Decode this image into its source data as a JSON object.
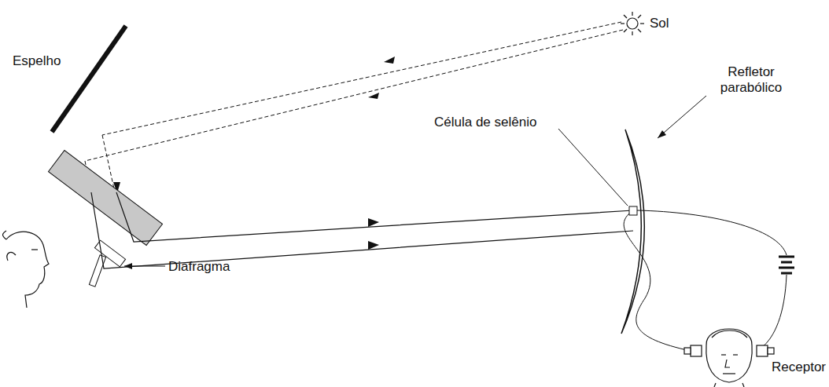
{
  "diagram": {
    "labels": [
      "Sol",
      "Espelho",
      "Refletor parabólico",
      "Célula de selênio",
      "Diafragma",
      "Receptor"
    ]
  }
}
